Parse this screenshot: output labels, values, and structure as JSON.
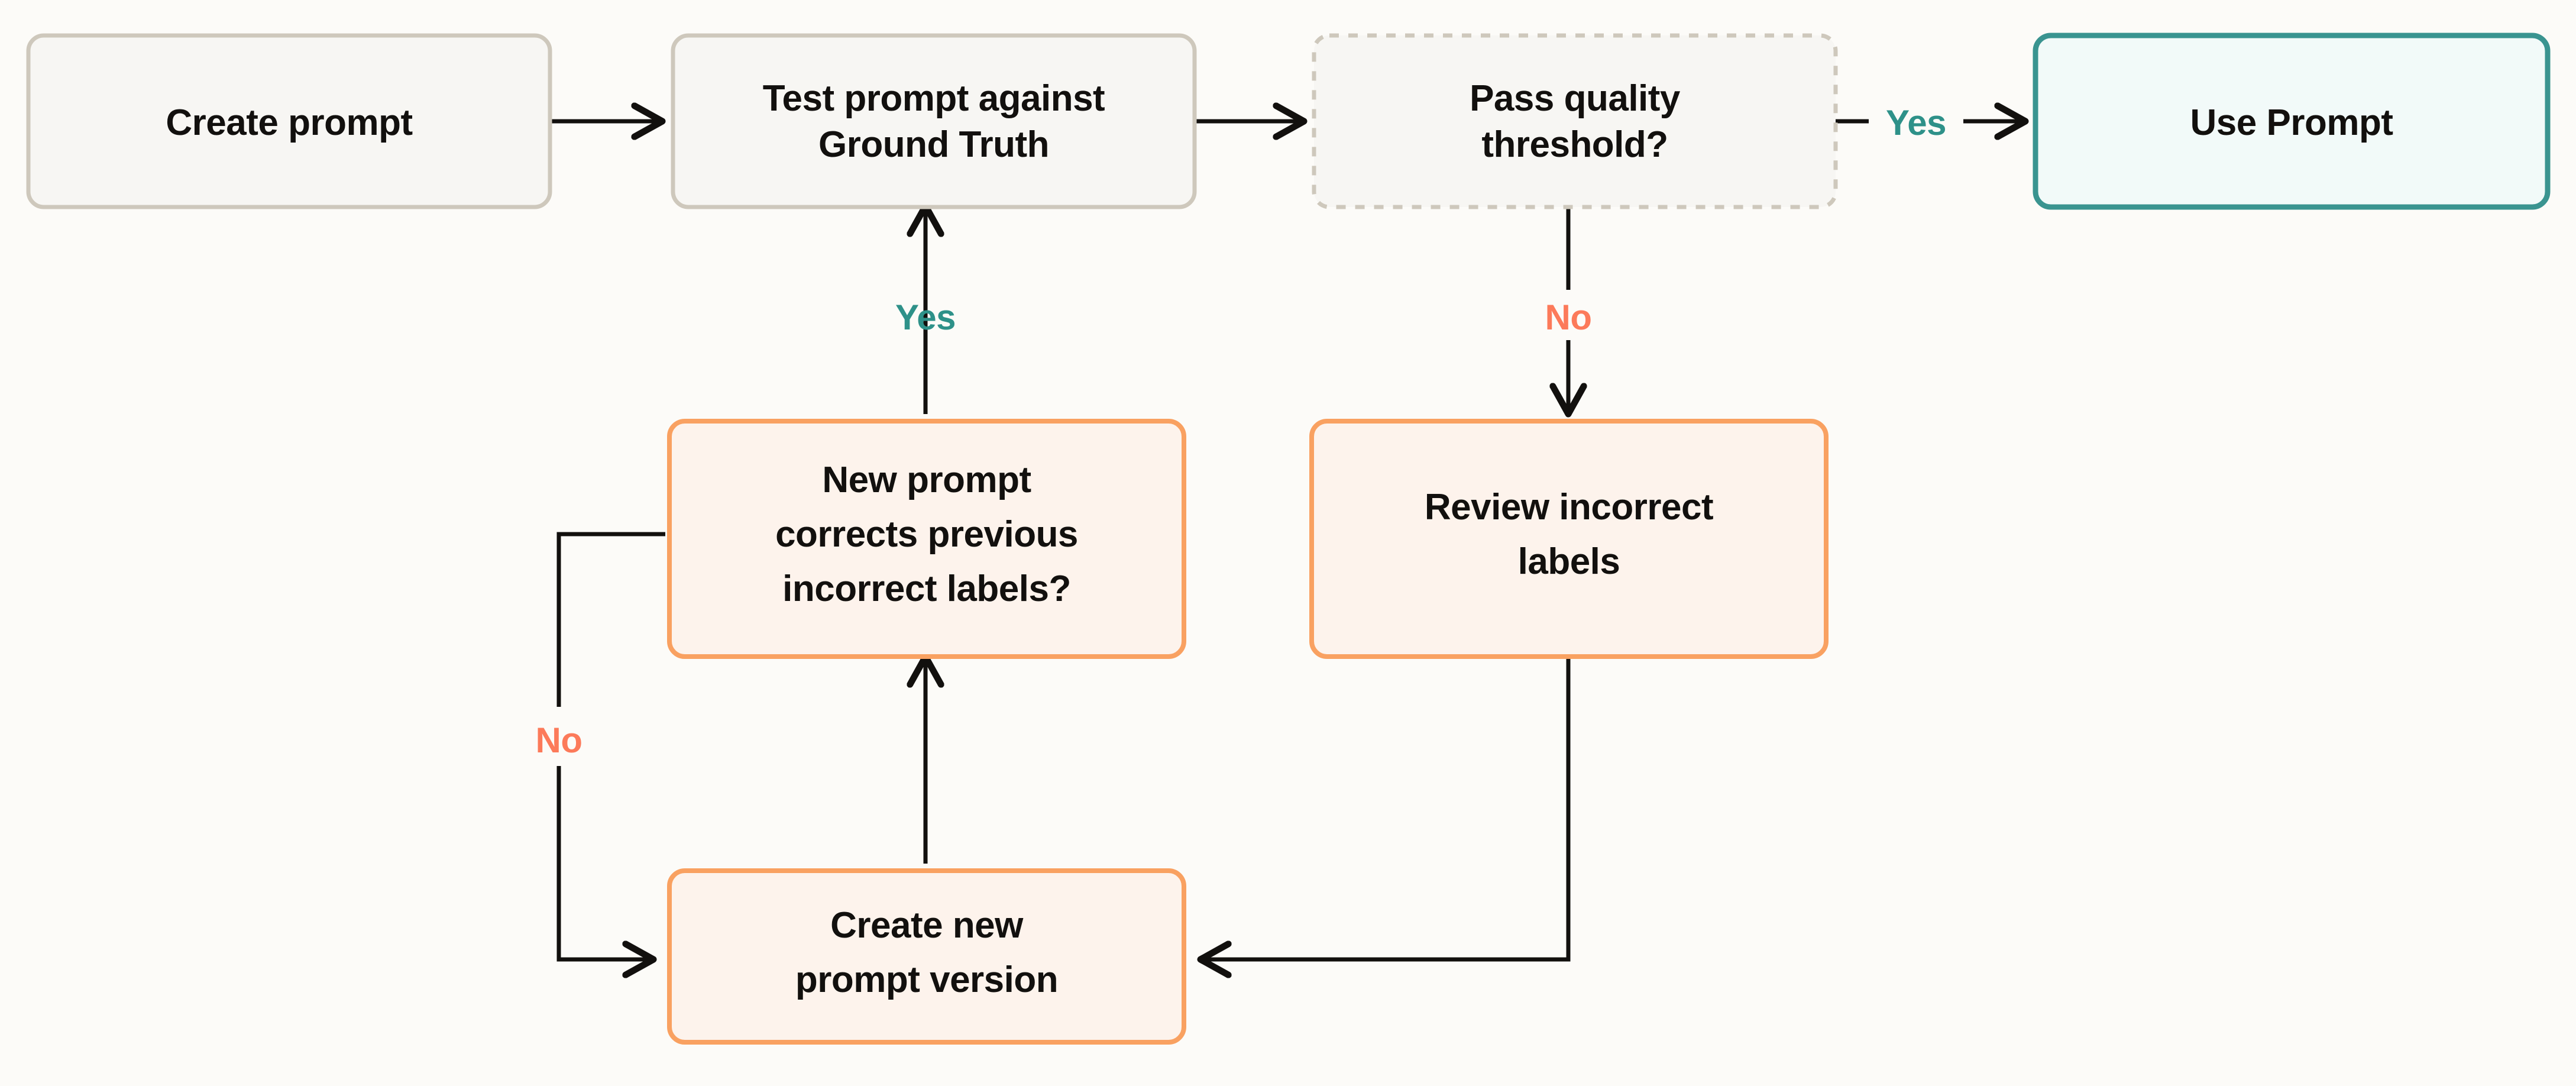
{
  "diagram": {
    "title": "Prompt iteration flowchart",
    "background_color": "#FCFBF8",
    "colors": {
      "neutral_border": "#CEC8BC",
      "neutral_fill": "#F7F6F3",
      "teal_border": "#3A9490",
      "teal_fill": "#F2FAF9",
      "orange_border": "#F9A161",
      "orange_fill": "#FDF3EC",
      "yes_label": "#2E9189",
      "no_label": "#FC7A5A",
      "edge_stroke": "#12100E",
      "text": "#12100E"
    },
    "nodes": [
      {
        "id": "create-prompt",
        "label": "Create prompt",
        "lines": [
          "Create prompt"
        ],
        "style": "neutral"
      },
      {
        "id": "test-prompt",
        "label": "Test prompt against Ground Truth",
        "lines": [
          "Test prompt against",
          "Ground Truth"
        ],
        "style": "neutral"
      },
      {
        "id": "pass-quality",
        "label": "Pass quality threshold?",
        "lines": [
          "Pass quality",
          "threshold?"
        ],
        "style": "dashed"
      },
      {
        "id": "use-prompt",
        "label": "Use Prompt",
        "lines": [
          "Use Prompt"
        ],
        "style": "teal"
      },
      {
        "id": "new-prompt-corrects",
        "label": "New prompt corrects previous incorrect labels?",
        "lines": [
          "New prompt",
          "corrects previous",
          "incorrect labels?"
        ],
        "style": "orange"
      },
      {
        "id": "review-incorrect",
        "label": "Review incorrect labels",
        "lines": [
          "Review incorrect",
          "labels"
        ],
        "style": "orange"
      },
      {
        "id": "create-new-version",
        "label": "Create new prompt version",
        "lines": [
          "Create new",
          "prompt version"
        ],
        "style": "orange"
      }
    ],
    "edges": [
      {
        "id": "e1",
        "from": "create-prompt",
        "to": "test-prompt",
        "label": "",
        "label_color": ""
      },
      {
        "id": "e2",
        "from": "test-prompt",
        "to": "pass-quality",
        "label": "",
        "label_color": ""
      },
      {
        "id": "e3",
        "from": "pass-quality",
        "to": "use-prompt",
        "label": "Yes",
        "label_color": "#2E9189"
      },
      {
        "id": "e4",
        "from": "pass-quality",
        "to": "review-incorrect",
        "label": "No",
        "label_color": "#FC7A5A"
      },
      {
        "id": "e5",
        "from": "review-incorrect",
        "to": "create-new-version",
        "label": "",
        "label_color": ""
      },
      {
        "id": "e6",
        "from": "create-new-version",
        "to": "new-prompt-corrects",
        "label": "",
        "label_color": ""
      },
      {
        "id": "e7",
        "from": "new-prompt-corrects",
        "to": "test-prompt",
        "label": "Yes",
        "label_color": "#2E9189"
      },
      {
        "id": "e8",
        "from": "new-prompt-corrects",
        "to": "create-new-version",
        "label": "No",
        "label_color": "#FC7A5A"
      }
    ],
    "labels": {
      "create_prompt": "Create prompt",
      "test_prompt_l1": "Test prompt against",
      "test_prompt_l2": "Ground Truth",
      "pass_quality_l1": "Pass quality",
      "pass_quality_l2": "threshold?",
      "use_prompt": "Use Prompt",
      "new_prompt_l1": "New prompt",
      "new_prompt_l2": "corrects previous",
      "new_prompt_l3": "incorrect labels?",
      "review_l1": "Review incorrect",
      "review_l2": "labels",
      "create_new_l1": "Create new",
      "create_new_l2": "prompt version",
      "yes_to_use_prompt": "Yes",
      "no_to_review": "No",
      "yes_to_test": "Yes",
      "no_to_create_new": "No"
    }
  }
}
